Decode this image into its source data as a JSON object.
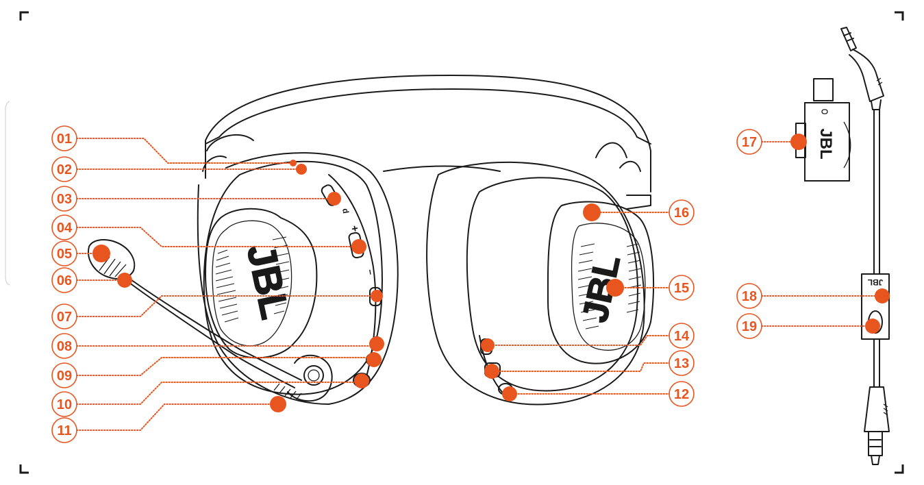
{
  "brand": "JBL",
  "colors": {
    "accent": "#e8551f",
    "line": "#1a1a1a",
    "background": "#ffffff"
  },
  "callouts": [
    {
      "label": "01",
      "id": "c01"
    },
    {
      "label": "02",
      "id": "c02"
    },
    {
      "label": "03",
      "id": "c03"
    },
    {
      "label": "04",
      "id": "c04"
    },
    {
      "label": "05",
      "id": "c05"
    },
    {
      "label": "06",
      "id": "c06"
    },
    {
      "label": "07",
      "id": "c07"
    },
    {
      "label": "08",
      "id": "c08"
    },
    {
      "label": "09",
      "id": "c09"
    },
    {
      "label": "10",
      "id": "c10"
    },
    {
      "label": "11",
      "id": "c11"
    },
    {
      "label": "12",
      "id": "c12"
    },
    {
      "label": "13",
      "id": "c13"
    },
    {
      "label": "14",
      "id": "c14"
    },
    {
      "label": "15",
      "id": "c15"
    },
    {
      "label": "16",
      "id": "c16"
    },
    {
      "label": "17",
      "id": "c17"
    },
    {
      "label": "18",
      "id": "c18"
    },
    {
      "label": "19",
      "id": "c19"
    }
  ]
}
